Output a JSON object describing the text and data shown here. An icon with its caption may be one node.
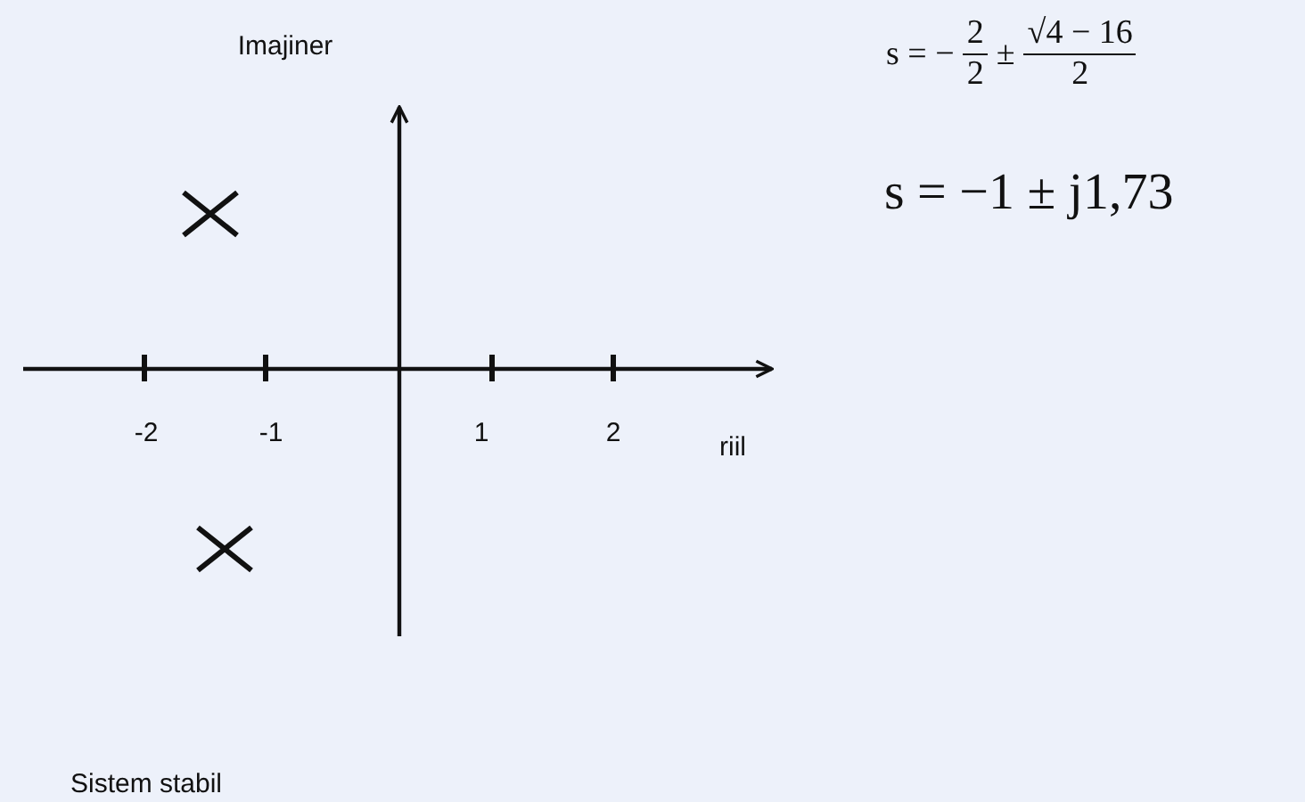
{
  "diagram": {
    "labels": [
      "Imajiner",
      "s = −",
      "2",
      "2",
      "±",
      "√4 − 16",
      "2",
      "s = −1 ± j1,73",
      "-2",
      "-1",
      "1",
      "2",
      "riil",
      "Sistem  stabil"
    ]
  }
}
